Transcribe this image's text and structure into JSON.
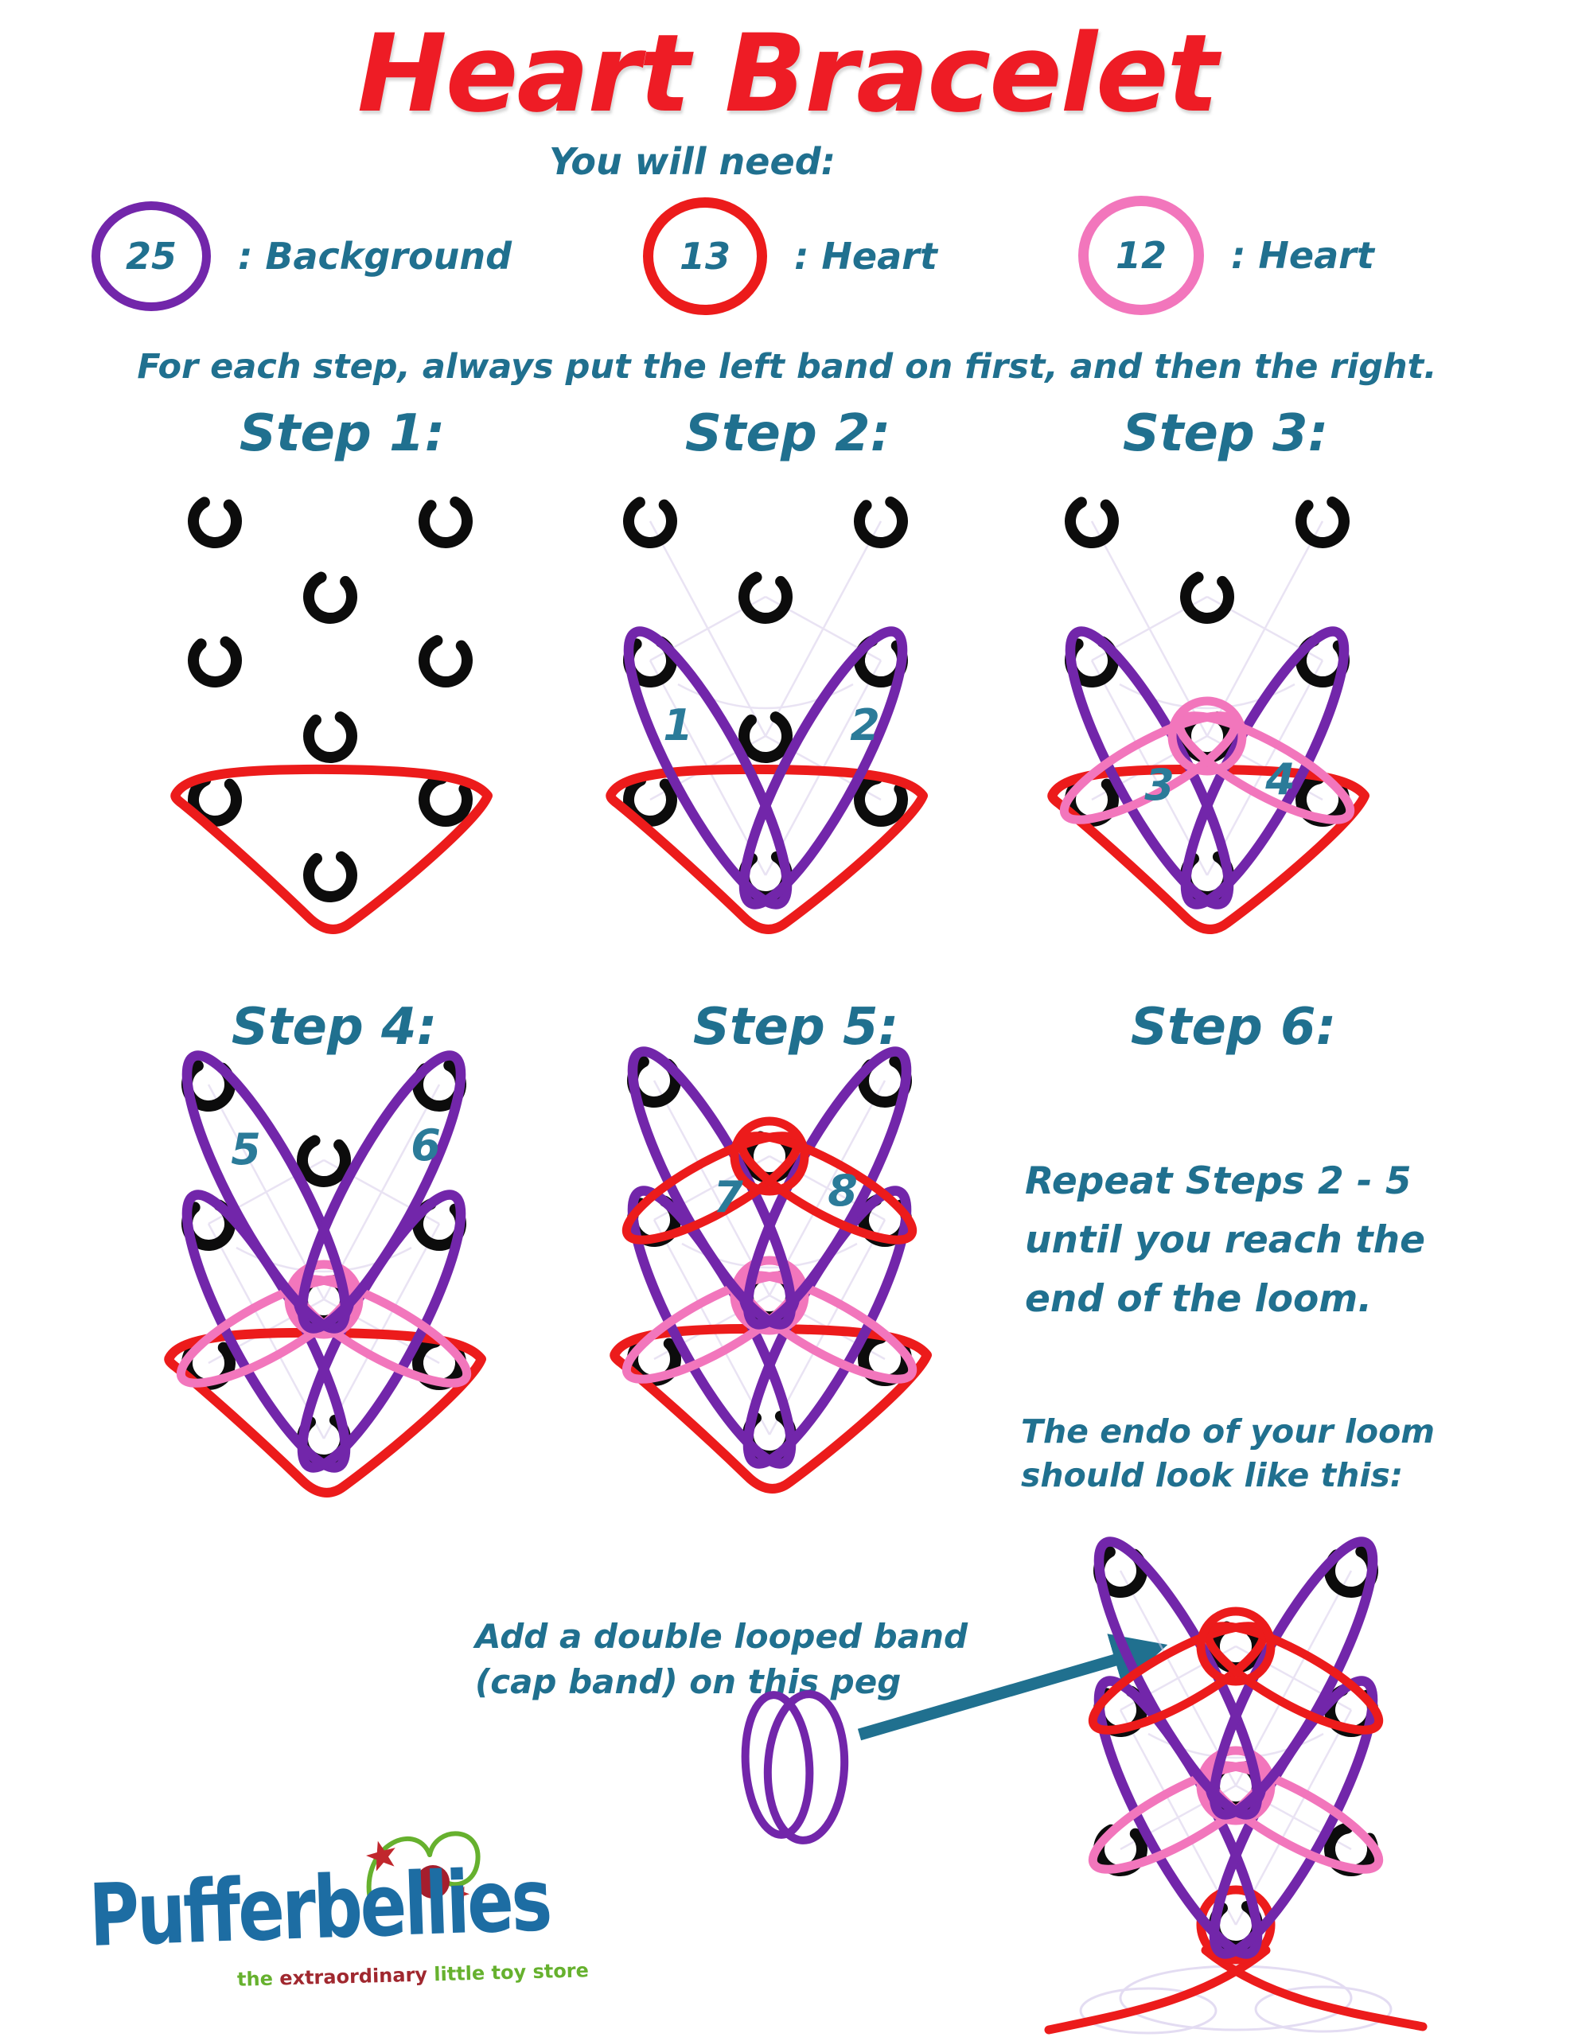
{
  "header": {
    "title": "Heart Bracelet",
    "subtitle": "You will need:"
  },
  "supplies": [
    {
      "count": "25",
      "label": ": Background",
      "color": "#7226aa"
    },
    {
      "count": "13",
      "label": ": Heart",
      "color": "#ec1b1b"
    },
    {
      "count": "12",
      "label": ": Heart",
      "color": "#f276bc"
    }
  ],
  "instruction": "For each step, always put the left band on first, and then the right.",
  "steps": [
    {
      "title": "Step 1:"
    },
    {
      "title": "Step 2:",
      "band_labels": [
        "1",
        "2"
      ]
    },
    {
      "title": "Step 3:",
      "band_labels": [
        "3",
        "4"
      ]
    },
    {
      "title": "Step 4:",
      "band_labels": [
        "5",
        "6"
      ]
    },
    {
      "title": "Step 5:",
      "band_labels": [
        "7",
        "8"
      ]
    },
    {
      "title": "Step 6:",
      "note_lines": [
        "Repeat Steps 2 - 5",
        "until you reach the",
        "end of the loom."
      ]
    }
  ],
  "end_note": {
    "line1": "The endo of your loom",
    "line2": "should look like this:"
  },
  "cap_band": {
    "line1": "Add a double looped band",
    "line2": "(cap band) on this peg"
  },
  "logo": {
    "name": "Pufferbellies",
    "tagline": [
      "the ",
      "extraordinary ",
      "little toy store"
    ]
  },
  "colors": {
    "band_red": "#ec1b1b",
    "band_purple": "#7226aa",
    "band_pink": "#f276bc",
    "text_teal": "#20708f",
    "title_red": "#ee1c25",
    "logo_blue": "#1d6da3",
    "logo_green": "#66b12e",
    "logo_brick": "#a0282f"
  }
}
